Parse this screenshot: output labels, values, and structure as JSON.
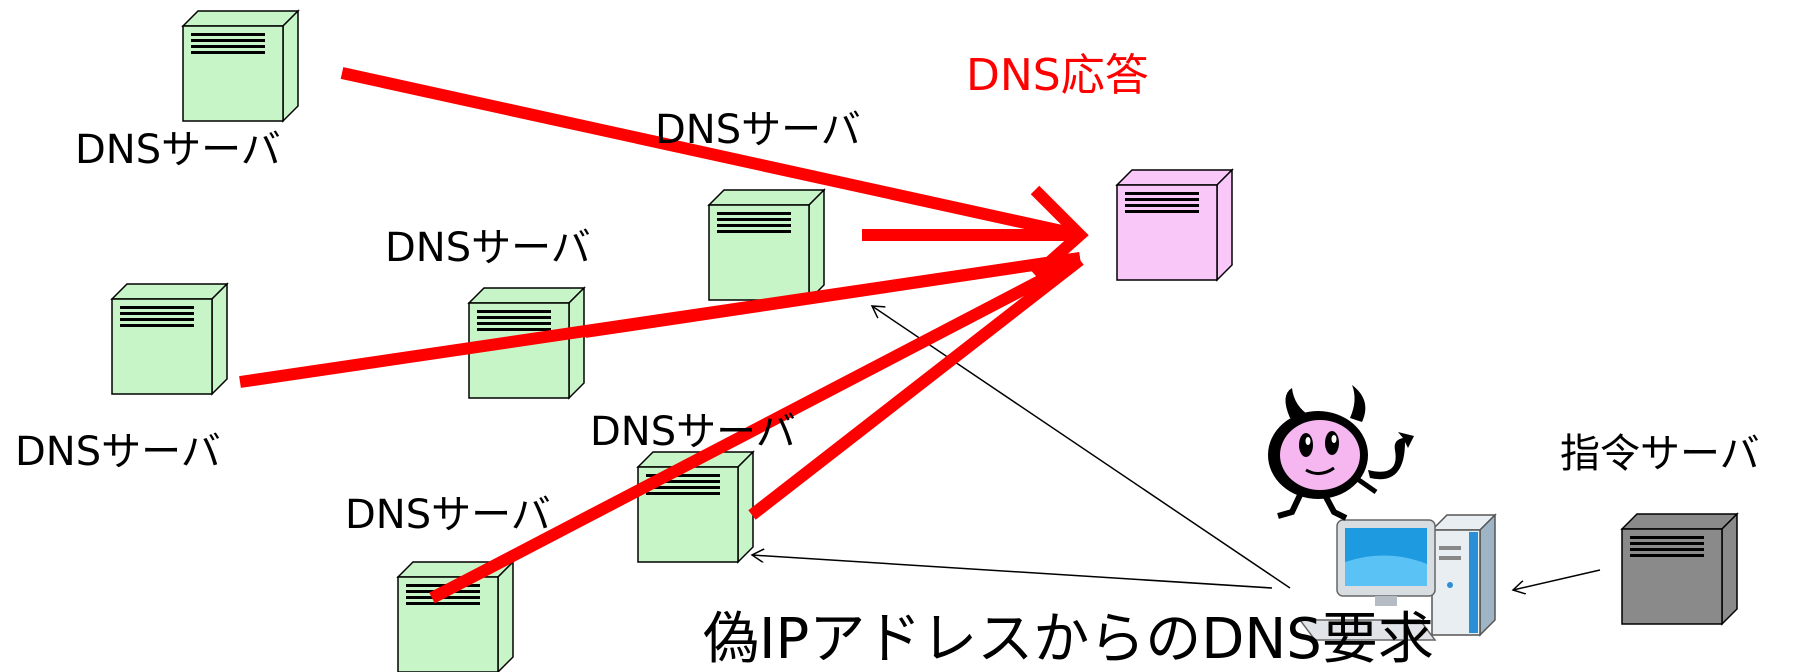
{
  "labels": {
    "dns_server": "DNSサーバ",
    "dns_response": "DNS応答",
    "command_server": "指令サーバ",
    "fake_ip_request": "偽IPアドレスからのDNS要求"
  },
  "colors": {
    "dns_server_fill": "#c8f5c8",
    "target_server_fill": "#f9c8f9",
    "command_server_fill": "#8a8a8a",
    "response_arrow": "#ff0000",
    "response_text": "#ff0000",
    "request_line": "#000000"
  },
  "icons": {
    "dns_server": "server-tower-icon",
    "target": "server-tower-icon",
    "command_server": "server-tower-icon",
    "attacker": "devil-icon",
    "attacker_pc": "desktop-computer-icon"
  }
}
